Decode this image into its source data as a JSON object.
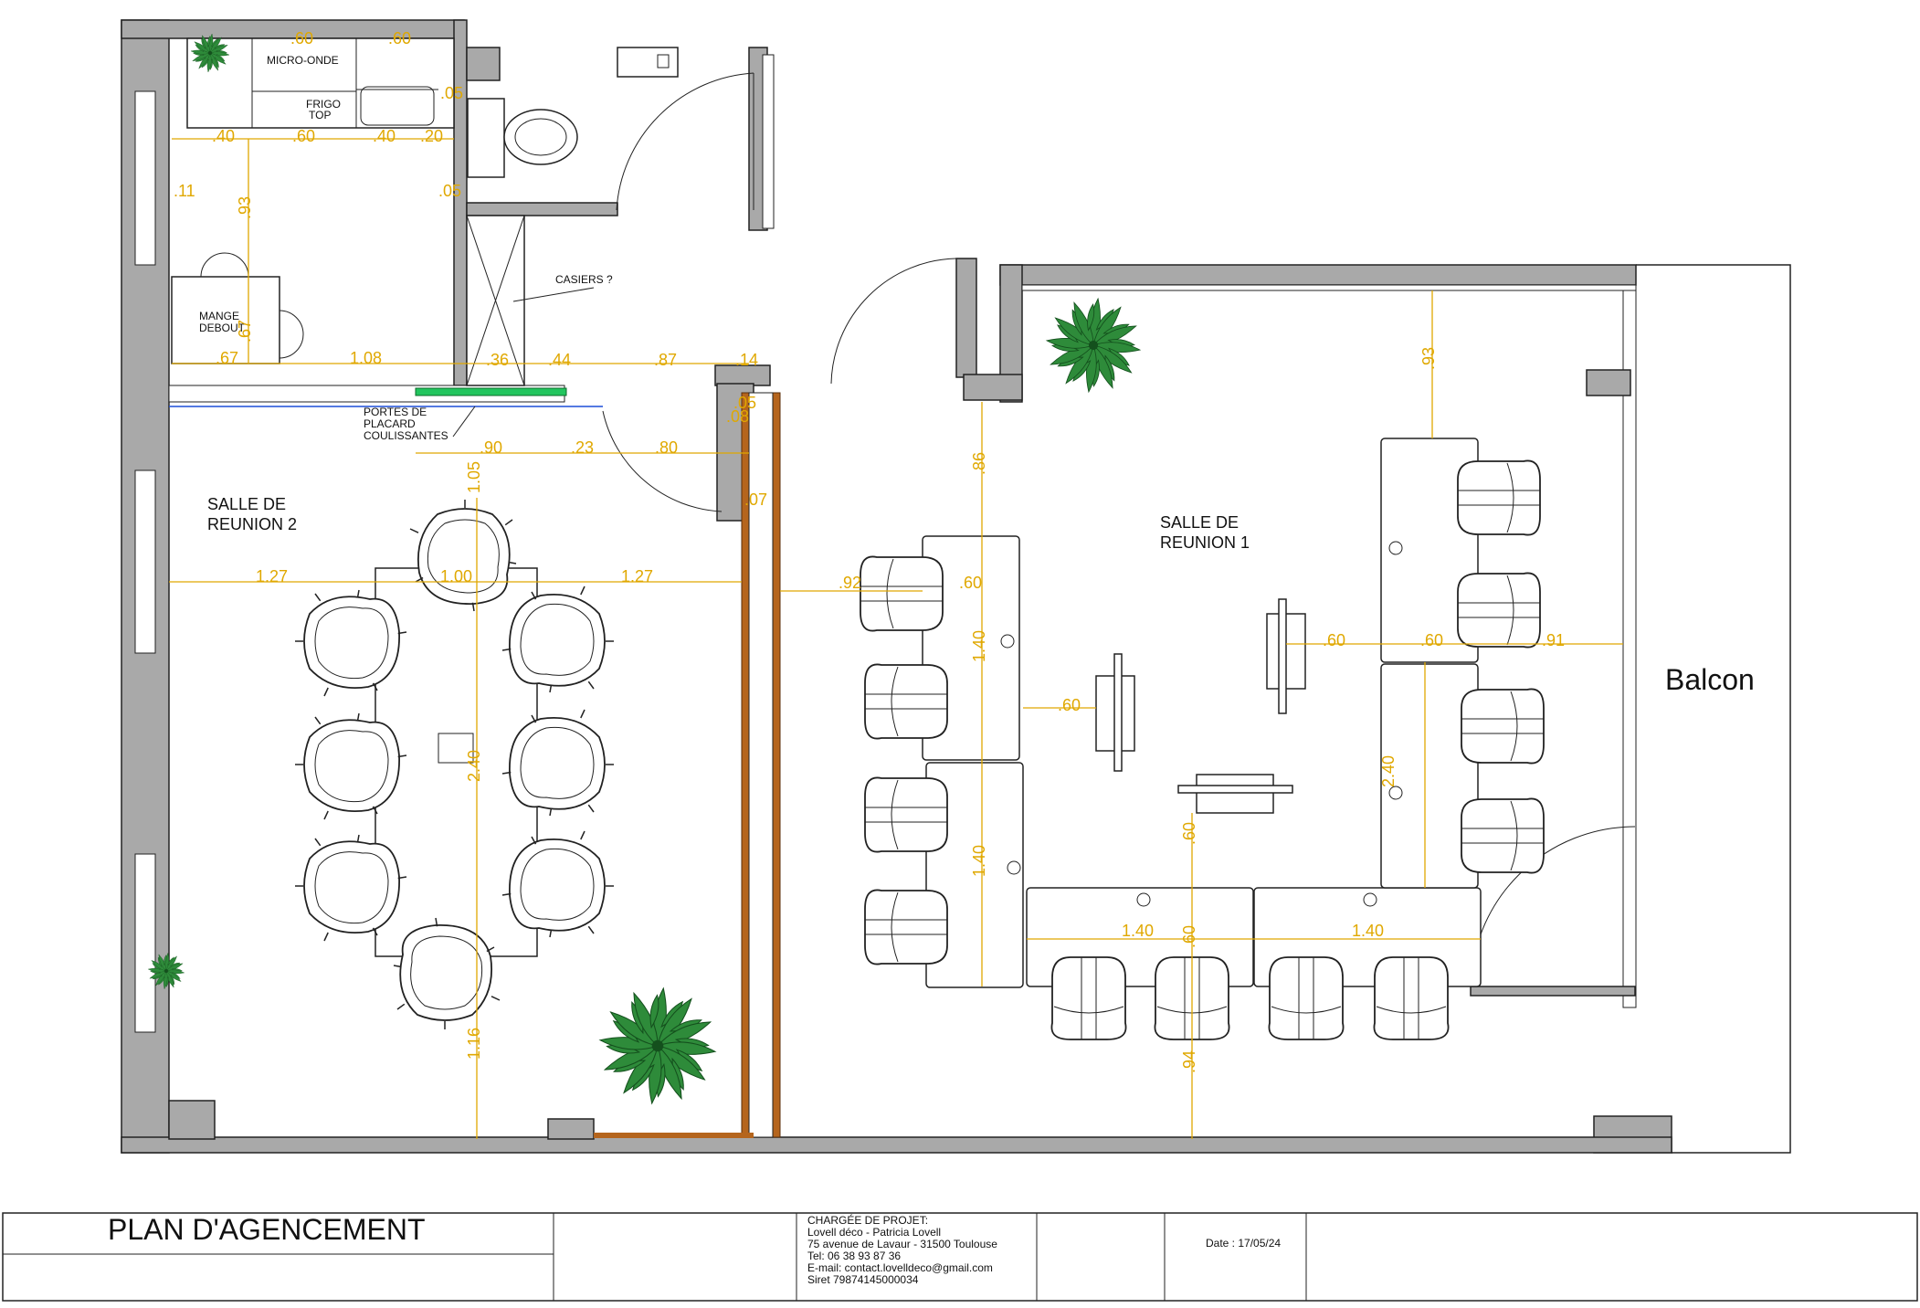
{
  "rooms": {
    "kitchen": {
      "microwave": "MICRO-ONDE",
      "fridge_1": "FRIGO",
      "fridge_2": "TOP",
      "mange_1": "MANGE",
      "mange_2": "DEBOUT"
    },
    "lockers": "CASIERS ?",
    "closet_doors": {
      "l1": "PORTES DE",
      "l2": "PLACARD",
      "l3": "COULISSANTES"
    },
    "meeting2": {
      "l1": "SALLE DE",
      "l2": "REUNION 2"
    },
    "meeting1": {
      "l1": "SALLE DE",
      "l2": "REUNION 1"
    },
    "balcony": "Balcon"
  },
  "dims": {
    "k60a": ".60",
    "k60b": ".60",
    "k05a": ".05",
    "k40a": ".40",
    "k60c": ".60",
    "k40b": ".40",
    "k20": ".20",
    "k11": ".11",
    "k93": ".93",
    "k05b": ".05",
    "k67a": ".67",
    "k67b": ".67",
    "k108": "1.08",
    "k36": ".36",
    "k44": ".44",
    "k87": ".87",
    "k14": ".14",
    "k05c": ".05",
    "k08": ".08",
    "d90": ".90",
    "d23": ".23",
    "d80": ".80",
    "d07": ".07",
    "m105": "1.05",
    "m100": "1.00",
    "m127a": "1.27",
    "m127b": "1.27",
    "m240": "2.40",
    "m116": "1.16",
    "r86": ".86",
    "r93": ".93",
    "r92": ".92",
    "r60a": ".60",
    "r140a": "1.40",
    "r60b": ".60",
    "r140b": "1.40",
    "r60c": ".60",
    "r60d": ".60",
    "r91": ".91",
    "r240": "2.40",
    "r60e": ".60",
    "r140c": "1.40",
    "r60f": ".60",
    "r140d": "1.40",
    "r94": ".94"
  },
  "title_block": {
    "title": "PLAN D'AGENCEMENT",
    "line1": "CHARGÉE DE PROJET:",
    "line2": "Lovell déco - Patricia Lovell",
    "line3": "75 avenue de Lavaur - 31500 Toulouse",
    "line4": "Tel: 06 38 93 87 36",
    "line5": "E-mail: contact.lovelldeco@gmail.com",
    "line6": "Siret 79874145000034",
    "date": "Date : 17/05/24"
  },
  "colors": {
    "dimension": "#e0a800",
    "wall": "#a9a9a9",
    "plant": "#2e8b3a",
    "closet_door": "#22c55e",
    "partition": "#b5651d"
  }
}
